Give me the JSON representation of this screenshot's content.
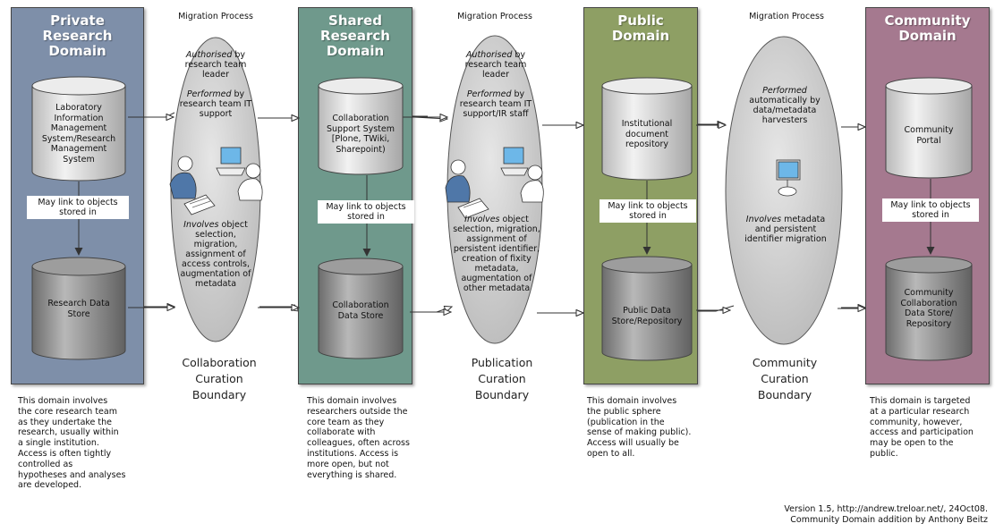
{
  "colors": {
    "private": "#7e8fa9",
    "shared": "#6f998c",
    "public": "#8e9f64",
    "community": "#a5798f",
    "cylinder_light": "#dcdcdc",
    "cylinder_dark": "#8c8c8c",
    "ellipse": "#c9c9c9"
  },
  "domains": [
    {
      "title": "Private\nResearch\nDomain",
      "top_store": "Laboratory\nInformation\nManagement\nSystem/Research\nManagement\nSystem",
      "link": "May link to objects\nstored in",
      "bottom_store": "Research Data\nStore",
      "description": "This domain involves\nthe core research team\nas they undertake the\nresearch, usually within\na single institution.\nAccess is often tightly\ncontrolled as\nhypotheses and analyses\nare developed."
    },
    {
      "title": "Shared\nResearch\nDomain",
      "top_store": "Collaboration\nSupport System\n[Plone, TWiki,\nSharepoint)",
      "link": "May link to objects\nstored in",
      "bottom_store": "Collaboration\nData Store",
      "description": "This domain involves\nresearchers outside the\ncore team as they\ncollaborate with\ncolleagues, often across\ninstitutions. Access is\nmore open, but not\neverything is shared."
    },
    {
      "title": "Public\nDomain",
      "top_store": "Institutional\ndocument\nrepository",
      "link": "May link to objects\nstored in",
      "bottom_store": "Public Data\nStore/Repository",
      "description": "This domain involves\nthe public sphere\n(publication in the\nsense of making public).\nAccess will usually be\nopen to all."
    },
    {
      "title": "Community\nDomain",
      "top_store": "Community\nPortal",
      "link": "May link to objects\nstored in",
      "bottom_store": "Community\nCollaboration\nData Store/\nRepository",
      "description": "This domain is targeted\nat a particular research\ncommunity, however,\naccess and participation\nmay be open to the\npublic."
    }
  ],
  "migrations": [
    {
      "title": "Migration Process",
      "auth_em": "Authorised",
      "auth_rest": "by research team leader",
      "perf_em": "Performed",
      "perf_rest": "by research team IT support",
      "inv_em": "Involves",
      "inv_rest": "object selection, migration, assignment of access controls, augmentation of metadata",
      "boundary": "Collaboration\nCuration\nBoundary"
    },
    {
      "title": "Migration Process",
      "auth_em": "Authorised",
      "auth_rest": "by research team leader",
      "perf_em": "Performed",
      "perf_rest": "by research team IT support/IR staff",
      "inv_em": "Involves",
      "inv_rest": "object selection, migration, assignment of persistent identifier, creation of fixity metadata, augmentation of other metadata",
      "boundary": "Publication\nCuration\nBoundary"
    },
    {
      "title": "Migration Process",
      "auth_em": "",
      "auth_rest": "",
      "perf_em": "Performed",
      "perf_rest": "automatically by data/metadata harvesters",
      "inv_em": "Involves",
      "inv_rest": "metadata and persistent identifier migration",
      "boundary": "Community\nCuration\nBoundary"
    }
  ],
  "credit": "Version 1.5, http://andrew.treloar.net/, 24Oct08.\nCommunity Domain addition by Anthony Beitz"
}
